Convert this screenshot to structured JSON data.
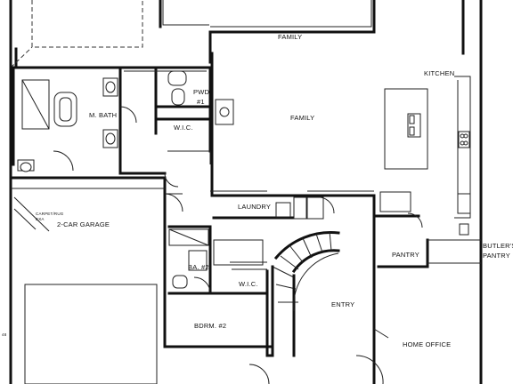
{
  "rooms": {
    "pwd": "PWD",
    "pwd_num": "#1",
    "m_bath": "M. BATH",
    "wic_master": "W.I.C.",
    "family": "FAMILY",
    "kitchen": "KITCHEN",
    "laundry": "LAUNDRY",
    "garage": "2-CAR GARAGE",
    "bath2": "BA. #2",
    "wic_bed2": "W.I.C.",
    "pantry": "PANTRY",
    "butlers_line1": "BUTLER'S",
    "butlers_line2": "PANTRY",
    "entry": "ENTRY",
    "bedroom2": "BDRM. #2",
    "home_office": "HOME OFFICE"
  },
  "notes": {
    "garage_note_1": "CARPET/RUG",
    "garage_note_2": "EXA",
    "garage_edge_note": "48"
  }
}
